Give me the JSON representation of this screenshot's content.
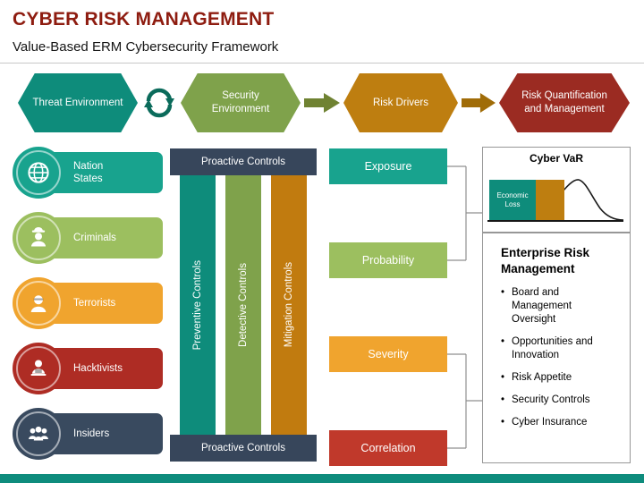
{
  "slide": {
    "title": "CYBER RISK MANAGEMENT",
    "title_color": "#8E1C10",
    "subtitle": "Value-Based ERM Cybersecurity Framework"
  },
  "flow": {
    "cycle_color": "#0B6B5B",
    "arrow1_color": "#6F8232",
    "arrow2_color": "#A06C08",
    "steps": [
      {
        "label": "Threat Environment",
        "color": "#0E8C7B"
      },
      {
        "label": "Security Environment",
        "color": "#7FA24B"
      },
      {
        "label": "Risk Drivers",
        "color": "#BE7E10"
      },
      {
        "label": "Risk Quantification and Management",
        "color": "#9B2B22"
      }
    ]
  },
  "actors": {
    "items": [
      {
        "label": "Nation States",
        "icon": "globe-icon",
        "color": "#18A38E"
      },
      {
        "label": "Criminals",
        "icon": "criminal-icon",
        "color": "#9CBF5F"
      },
      {
        "label": "Terrorists",
        "icon": "terrorist-icon",
        "color": "#F0A42E"
      },
      {
        "label": "Hacktivists",
        "icon": "hacktivist-icon",
        "color": "#AE2C24"
      },
      {
        "label": "Insiders",
        "icon": "insiders-icon",
        "color": "#394A5F"
      }
    ]
  },
  "controls": {
    "box_color": "#37465B",
    "top_label": "Proactive Controls",
    "bottom_label": "Proactive Controls",
    "bars": [
      {
        "label": "Preventive Controls",
        "color": "#0E8C7B"
      },
      {
        "label": "Detective Controls",
        "color": "#7FA24B"
      },
      {
        "label": "Mitigation Controls",
        "color": "#C17B0F"
      }
    ]
  },
  "risks": {
    "items": [
      {
        "label": "Exposure",
        "color": "#18A38E"
      },
      {
        "label": "Probability",
        "color": "#9CBF5F"
      },
      {
        "label": "Severity",
        "color": "#F0A42E"
      },
      {
        "label": "Correlation",
        "color": "#C0392B"
      }
    ]
  },
  "cyber_var": {
    "title": "Cyber VaR",
    "loss_label": "Economic Loss",
    "loss_color": "#0E8C7B",
    "tail_color": "#BE7E10"
  },
  "erm": {
    "title": "Enterprise Risk Management",
    "bullets": [
      "Board and Management Oversight",
      "Opportunities and Innovation",
      "Risk Appetite",
      "Security Controls",
      "Cyber Insurance"
    ]
  },
  "footer": {
    "bar_color": "#0E8C7D"
  }
}
